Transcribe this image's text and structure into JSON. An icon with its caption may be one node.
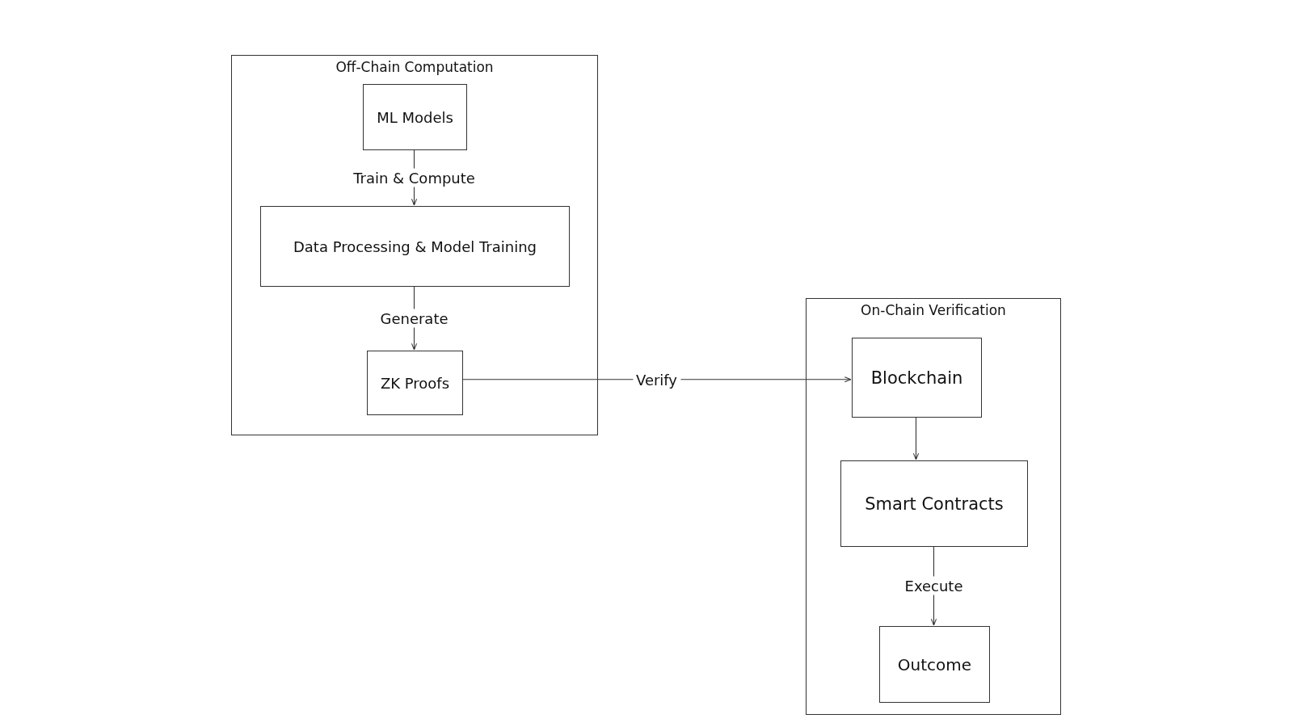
{
  "diagram": {
    "nodes": [
      {
        "text": [
          "Off-Chain Computation"
        ]
      },
      {
        "text": [
          "ML Models"
        ],
        "in": 0
      },
      {
        "text": [
          "Data Processing & Model Training"
        ],
        "in": 0
      },
      {
        "text": [
          "ZK Proofs"
        ],
        "in": 0
      },
      {
        "text": [
          "On-Chain Verification"
        ]
      },
      {
        "text": [
          "Blockchain"
        ],
        "in": 4
      },
      {
        "text": [
          "Smart Contracts"
        ],
        "in": 4
      },
      {
        "text": [
          "Outcome"
        ],
        "in": 4
      }
    ],
    "edges": [
      {
        "from": 1,
        "to": 2,
        "arrow": "to",
        "label": "Train & Compute"
      },
      {
        "from": 2,
        "to": 3,
        "arrow": "to",
        "label": "Generate"
      },
      {
        "from": 3,
        "to": 5,
        "arrow": "to",
        "label": "Verify"
      },
      {
        "from": 5,
        "to": 6,
        "arrow": "to"
      },
      {
        "from": 6,
        "to": 7,
        "arrow": "to",
        "label": "Execute"
      }
    ]
  }
}
